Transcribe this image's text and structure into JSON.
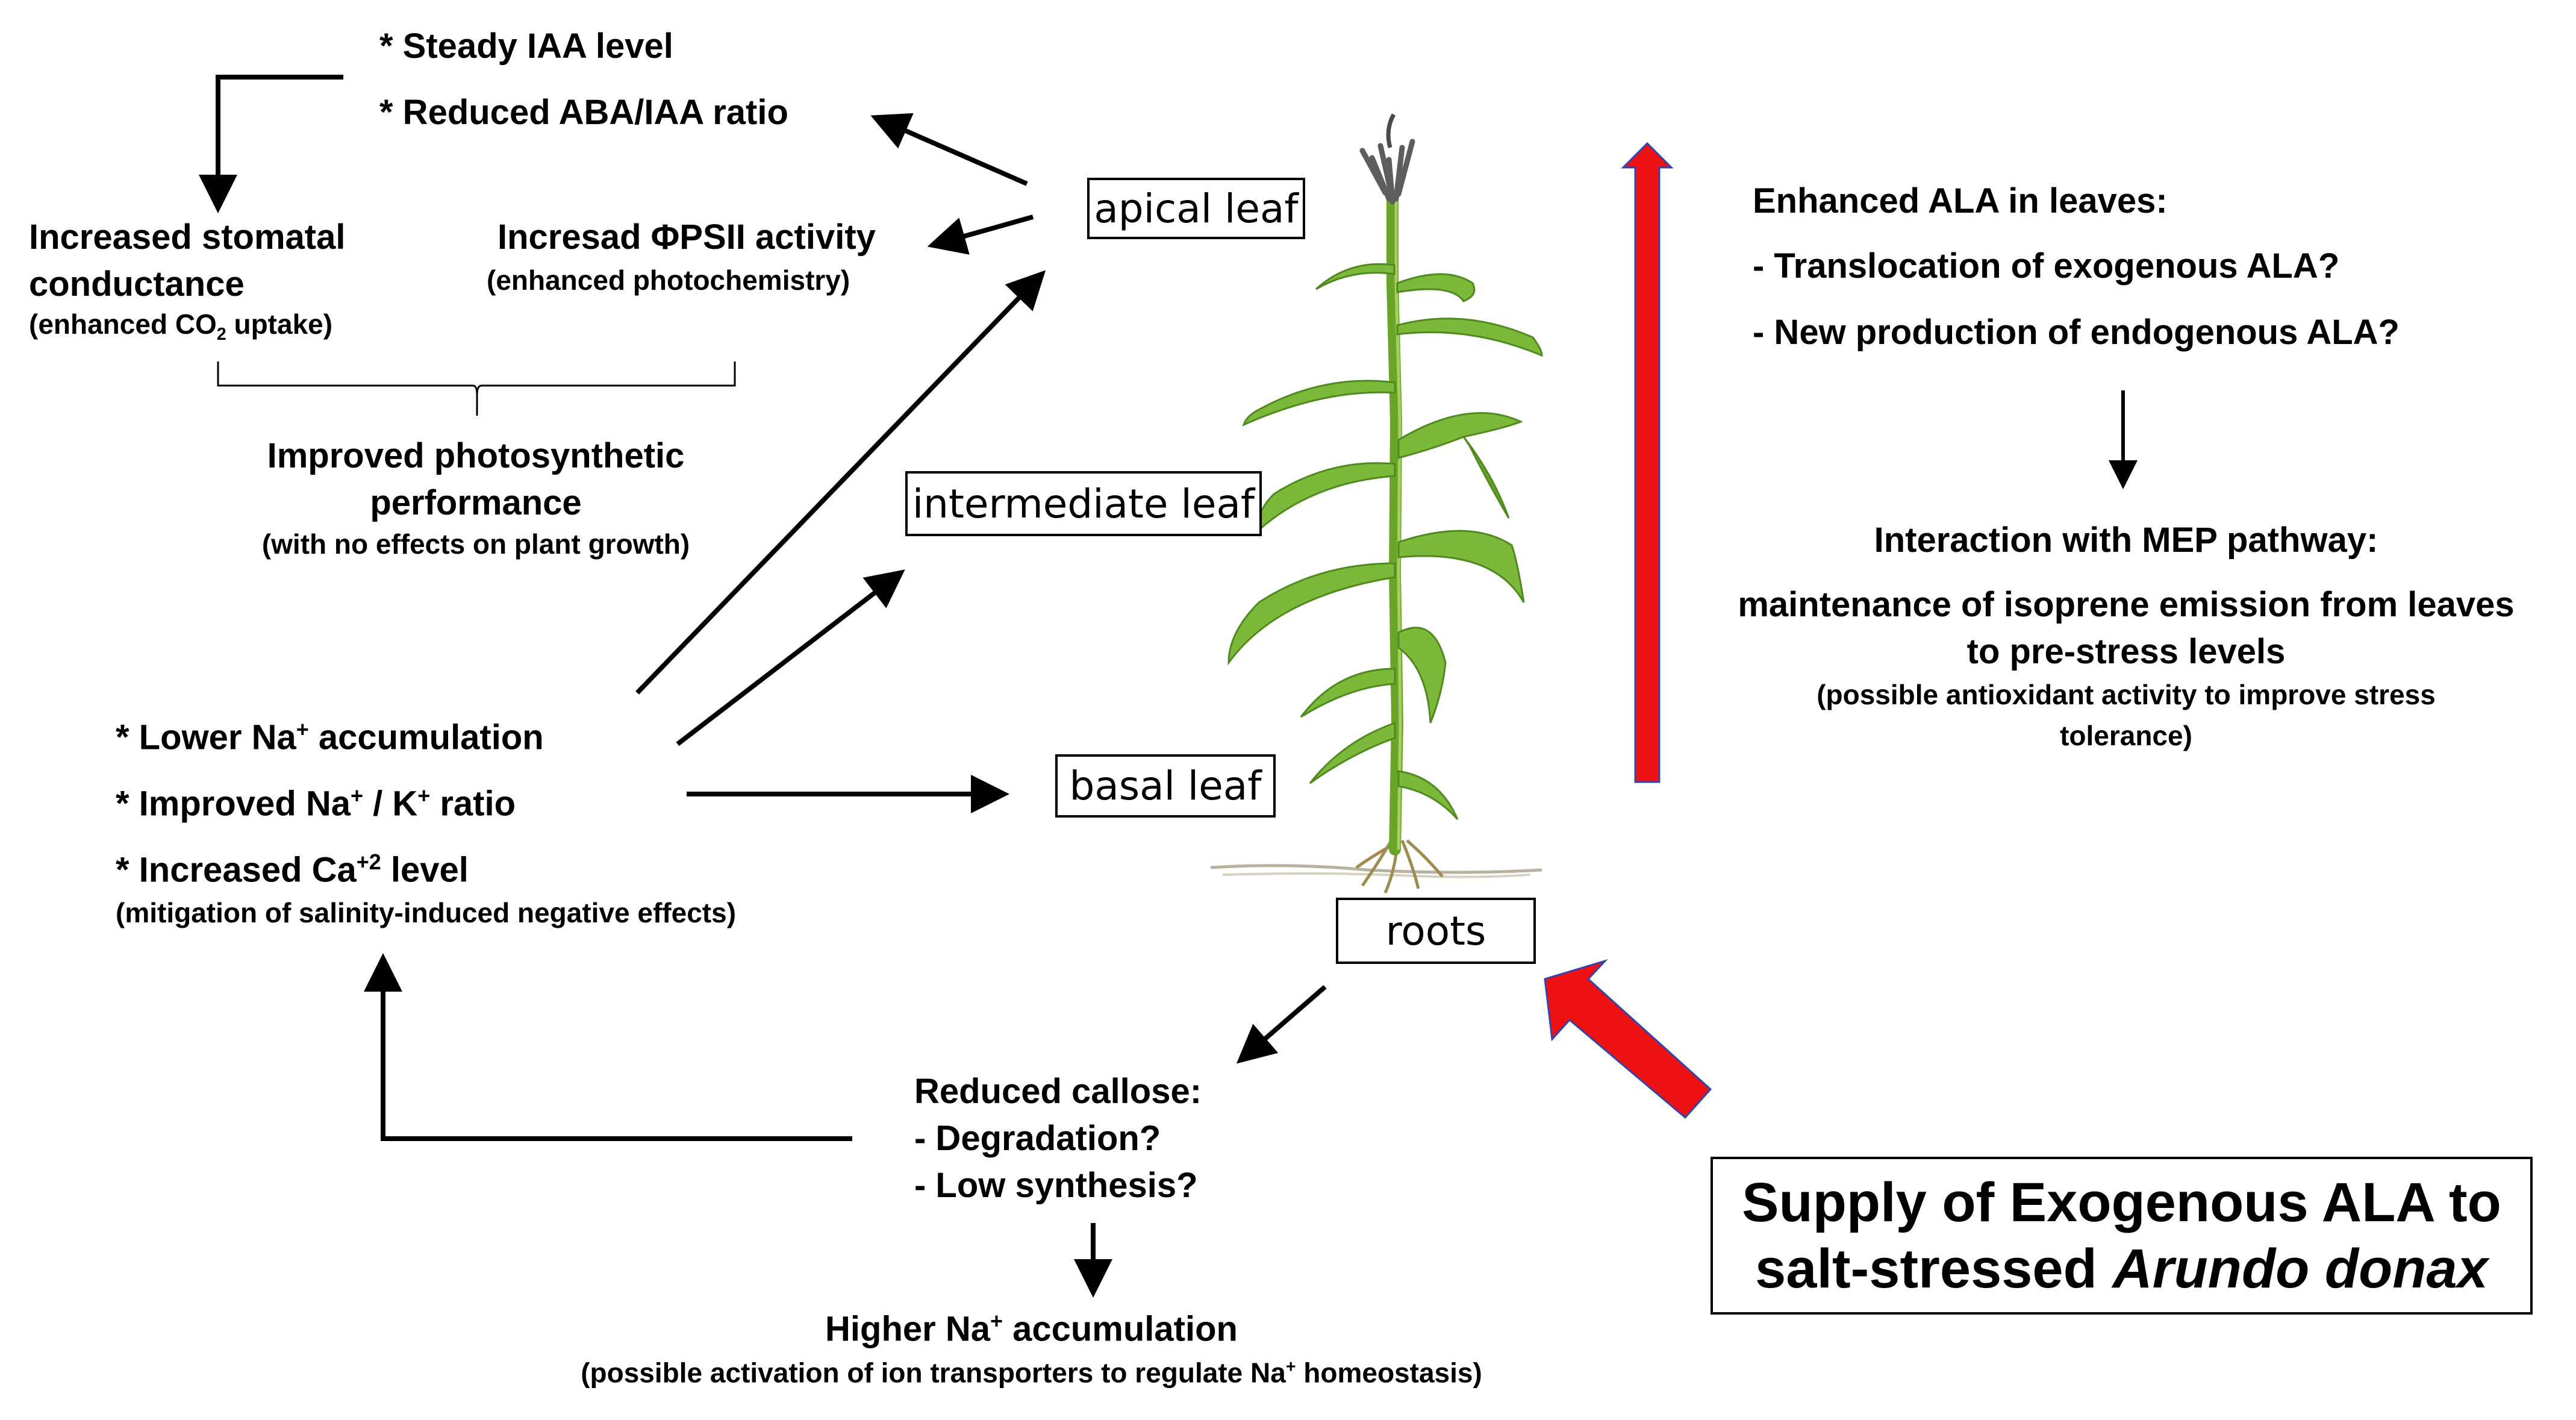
{
  "top_block": {
    "steady_iaa": "* Steady IAA level",
    "reduced_ratio": "* Reduced ABA/IAA ratio"
  },
  "stomatal": {
    "line1": "Increased stomatal",
    "line2": "conductance",
    "note_pre": "(enhanced CO",
    "note_sub": "2",
    "note_post": " uptake)"
  },
  "psii": {
    "line1": "Incresad ΦPSII activity",
    "note": "(enhanced photochemistry)"
  },
  "photosynth": {
    "line1": "Improved photosynthetic",
    "line2": "performance",
    "note": "(with no effects on plant growth)"
  },
  "ions": {
    "na_pre": "* Lower Na",
    "na_sup": "+",
    "na_post": " accumulation",
    "ratio_pre": "* Improved Na",
    "ratio_sup1": "+",
    "ratio_mid": " / K",
    "ratio_sup2": "+",
    "ratio_post": " ratio",
    "ca_pre": "* Increased Ca",
    "ca_sup": "+2",
    "ca_post": " level",
    "note": "(mitigation of salinity-induced negative effects)"
  },
  "leaf_labels": {
    "apical": "apical leaf",
    "intermediate": "intermediate leaf",
    "basal": "basal leaf",
    "roots": "roots"
  },
  "callose": {
    "title": "Reduced callose:",
    "item1": "- Degradation?",
    "item2": "- Low synthesis?"
  },
  "higher_na": {
    "pre": "Higher Na",
    "sup": "+",
    "post": " accumulation",
    "note_pre": "(possible activation of ion transporters to regulate Na",
    "note_sup": "+",
    "note_post": " homeostasis)"
  },
  "ala": {
    "title": "Enhanced ALA in leaves:",
    "item1": "- Translocation of exogenous ALA?",
    "item2": "- New production of endogenous ALA?"
  },
  "mep": {
    "title": "Interaction with MEP pathway:",
    "line1": "maintenance of isoprene emission from leaves",
    "line2": "to pre-stress levels",
    "note1": "(possible antioxidant activity to improve stress",
    "note2": "tolerance)"
  },
  "supply": {
    "line1": "Supply of Exogenous ALA to",
    "line2_pre": "salt-stressed ",
    "line2_italic": "Arundo donax"
  },
  "colors": {
    "text": "#000000",
    "arrow_red": "#ee1111",
    "arrow_outline": "#3344aa",
    "stem_green": "#6aa52a",
    "leaf_green": "#7cb83a",
    "leaf_dark": "#4e8a1e"
  }
}
